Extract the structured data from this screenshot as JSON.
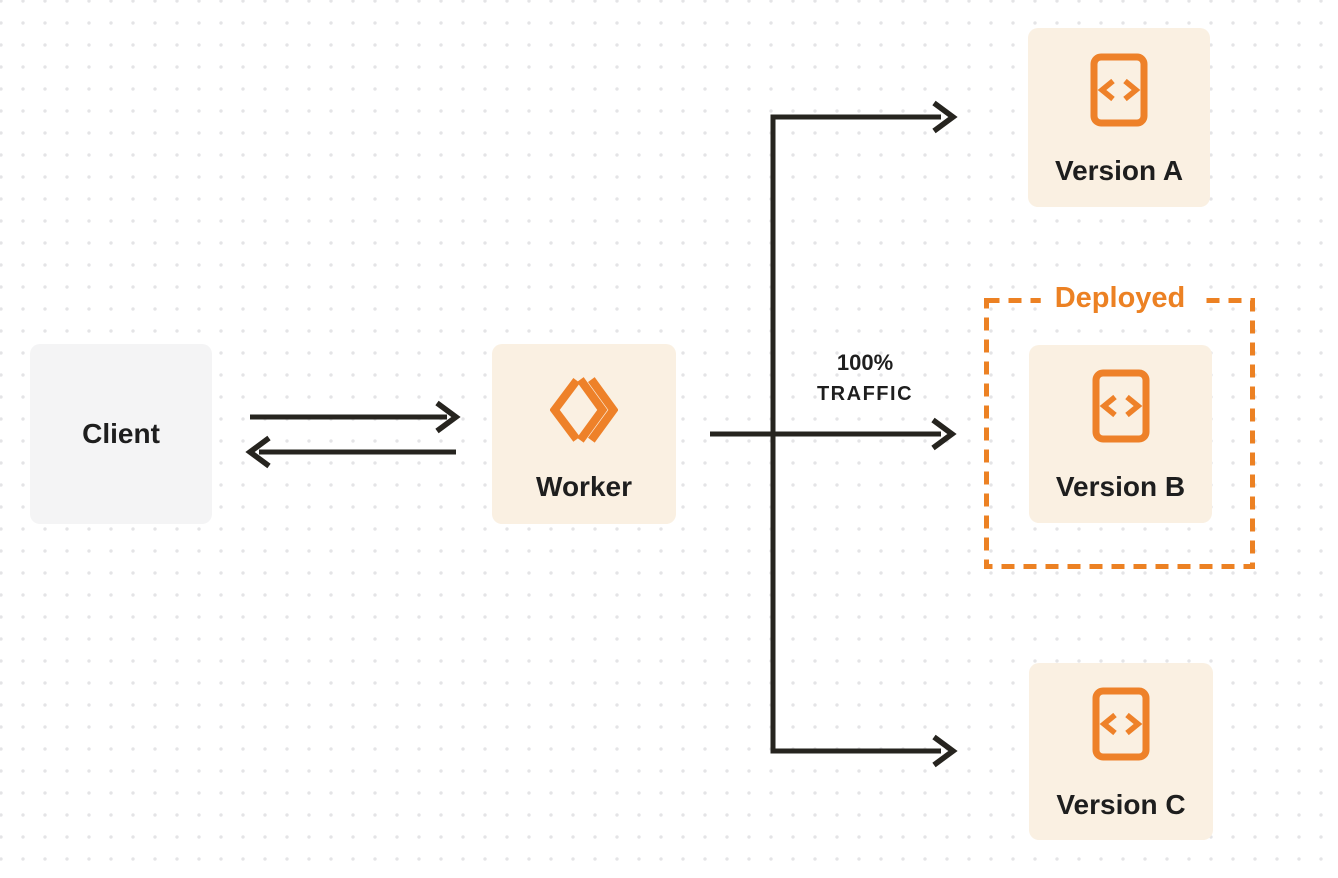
{
  "diagram": {
    "nodes": {
      "client": {
        "label": "Client"
      },
      "worker": {
        "label": "Worker",
        "icon": "workers-logo-icon"
      },
      "version_a": {
        "label": "Version A",
        "icon": "code-icon"
      },
      "version_b": {
        "label": "Version B",
        "icon": "code-icon"
      },
      "version_c": {
        "label": "Version C",
        "icon": "code-icon"
      }
    },
    "annotations": {
      "deployed_label": "Deployed",
      "traffic_percent": "100%",
      "traffic_word": "TRAFFIC"
    },
    "colors": {
      "accent_orange": "#EE8129",
      "dashed_border_orange": "#EC8123",
      "node_cream": "#FAF0E2",
      "node_gray": "#F4F4F5",
      "connector_dark": "#26241F",
      "label_dark": "#1E1E1E",
      "dot_grid_gray": "#E4E4E6",
      "background": "#FFFFFF"
    }
  }
}
